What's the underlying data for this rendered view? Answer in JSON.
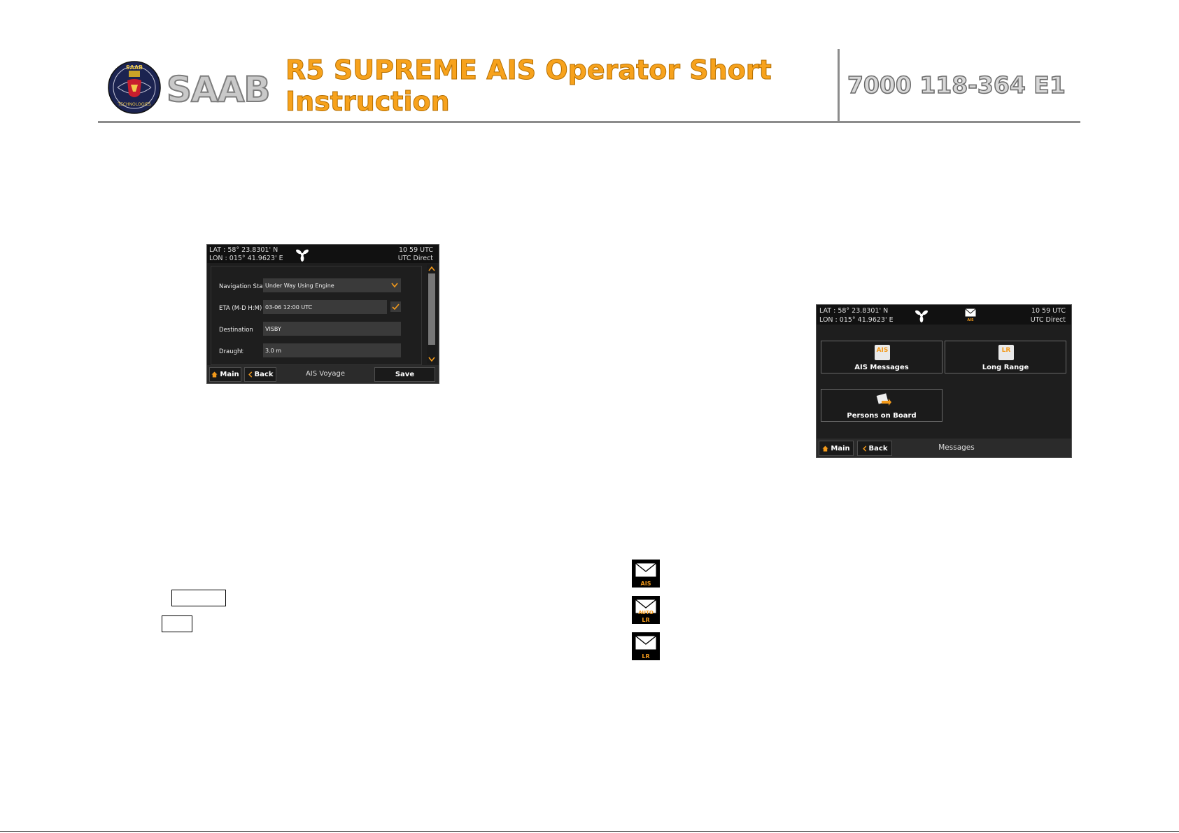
{
  "header": {
    "logo_word": "SAAB",
    "seal_text_top": "SAAB",
    "seal_text_bottom": "TECHNOLOGIES",
    "title": "R5 SUPREME AIS Operator Short Instruction",
    "doc_number": "7000 118-364 E1"
  },
  "colors": {
    "accent": "#f7a21c",
    "rule": "#8c8c8c",
    "screen_bg": "#1e1e1e"
  },
  "voyage_screen": {
    "lat": "LAT  : 58° 23.8301' N",
    "lon": "LON : 015° 41.9623' E",
    "time": "10 59 UTC",
    "time_source": "UTC Direct",
    "status_icon": "propeller-icon",
    "fields": [
      {
        "label": "Navigation Status",
        "value": "Under Way Using Engine"
      },
      {
        "label": "ETA (M-D H:M)",
        "value": "03-06 12:00 UTC"
      },
      {
        "label": "Destination",
        "value": "VISBY"
      },
      {
        "label": "Draught",
        "value": "3.0 m"
      }
    ],
    "buttons": {
      "main": "Main",
      "back": "Back",
      "title": "AIS Voyage",
      "save": "Save"
    }
  },
  "messages_screen": {
    "lat": "LAT  : 58° 23.8301' N",
    "lon": "LON : 015° 41.9623' E",
    "time": "10 59 UTC",
    "time_source": "UTC Direct",
    "indicator_label": "AIS",
    "tiles": [
      {
        "label": "AIS Messages",
        "icon_text": "AIS"
      },
      {
        "label": "Long Range",
        "icon_text": "LR"
      },
      {
        "label": "Persons on Board"
      }
    ],
    "buttons": {
      "main": "Main",
      "back": "Back",
      "title": "Messages"
    }
  },
  "envelope_icons": [
    {
      "name": "ais-message-icon",
      "label": "AIS"
    },
    {
      "name": "auto-lr-message-icon",
      "label_top": "AUTO",
      "label": "LR"
    },
    {
      "name": "lr-message-icon",
      "label": "LR"
    }
  ]
}
